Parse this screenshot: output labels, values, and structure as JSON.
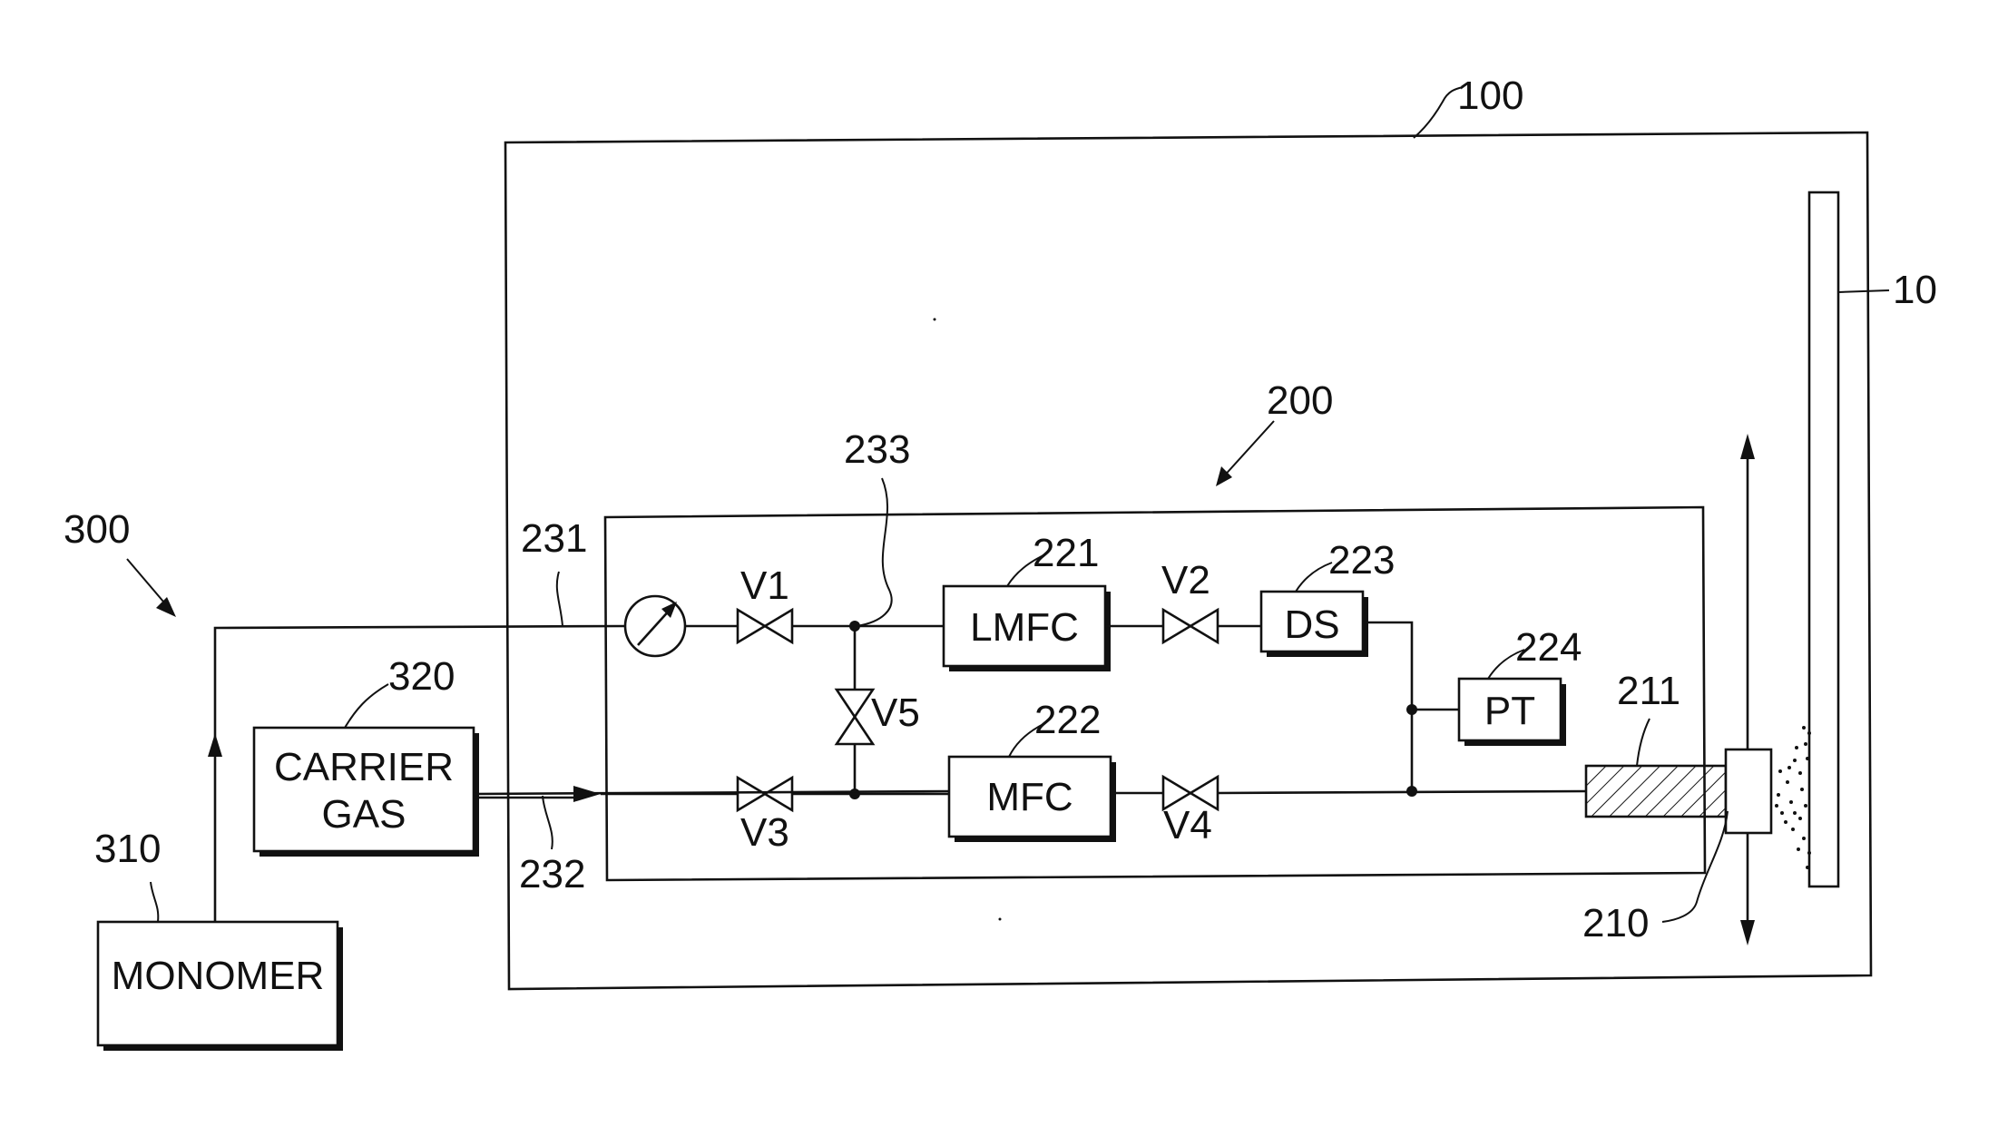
{
  "references": {
    "r100": "100",
    "r10": "10",
    "r200": "200",
    "r300": "300",
    "r310": "310",
    "r320": "320",
    "r231": "231",
    "r232": "232",
    "r233": "233",
    "r221": "221",
    "r222": "222",
    "r223": "223",
    "r224": "224",
    "r211": "211",
    "r210": "210"
  },
  "components": {
    "monomer": "MONOMER",
    "carrier_gas_line1": "CARRIER",
    "carrier_gas_line2": "GAS",
    "lmfc": "LMFC",
    "mfc": "MFC",
    "ds": "DS",
    "pt": "PT"
  },
  "valves": {
    "v1": "V1",
    "v2": "V2",
    "v3": "V3",
    "v4": "V4",
    "v5": "V5"
  }
}
